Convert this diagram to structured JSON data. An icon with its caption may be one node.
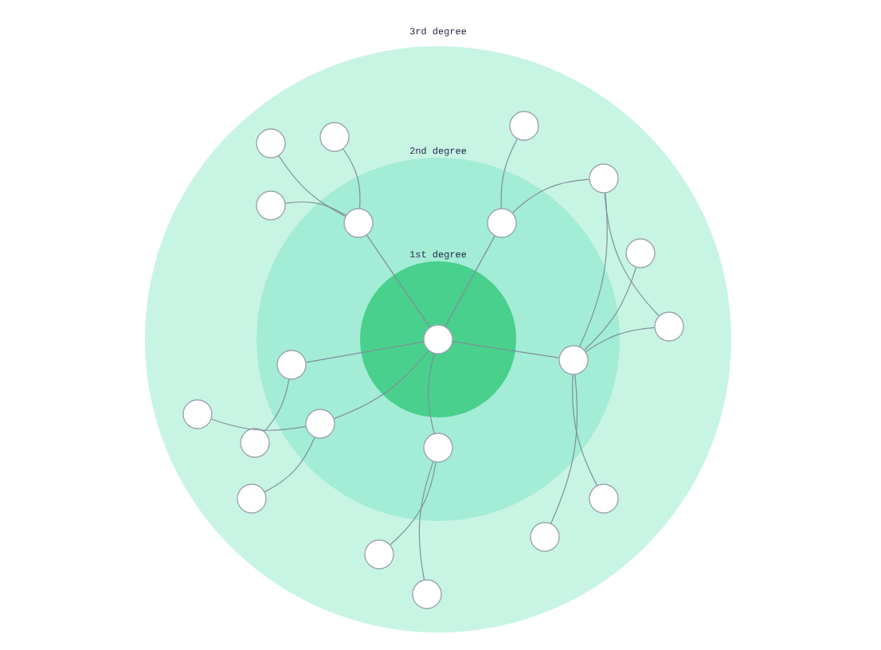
{
  "diagram": {
    "nodes": [
      {
        "text": [
          "3rd degree"
        ]
      },
      {
        "text": [
          "2nd degree"
        ],
        "in": 0
      },
      {
        "text": [
          "1st degree"
        ],
        "in": 1
      },
      {
        "text": [],
        "shape": "circle",
        "in": 2
      },
      {
        "text": [],
        "shape": "circle",
        "in": 1
      },
      {
        "text": [],
        "shape": "circle",
        "in": 1
      },
      {
        "text": [],
        "shape": "circle",
        "in": 1
      },
      {
        "text": [],
        "shape": "circle",
        "in": 1
      },
      {
        "text": [],
        "shape": "circle",
        "in": 1
      },
      {
        "text": [],
        "shape": "circle",
        "in": 1
      },
      {
        "text": [],
        "shape": "circle",
        "in": 0
      },
      {
        "text": [],
        "shape": "circle",
        "in": 0
      },
      {
        "text": [],
        "shape": "circle",
        "in": 0
      },
      {
        "text": [],
        "shape": "circle",
        "in": 0
      },
      {
        "text": [],
        "shape": "circle",
        "in": 0
      },
      {
        "text": [],
        "shape": "circle",
        "in": 0
      },
      {
        "text": [],
        "shape": "circle",
        "in": 0
      },
      {
        "text": [],
        "shape": "circle",
        "in": 0
      },
      {
        "text": [],
        "shape": "circle",
        "in": 0
      },
      {
        "text": [],
        "shape": "circle",
        "in": 0
      },
      {
        "text": [],
        "shape": "circle",
        "in": 0
      },
      {
        "text": [],
        "shape": "circle",
        "in": 0
      },
      {
        "text": [],
        "shape": "circle",
        "in": 0
      },
      {
        "text": [],
        "shape": "circle",
        "in": 0
      }
    ],
    "edges": [
      {
        "from": 3,
        "to": 4,
        "arrow": "none"
      },
      {
        "from": 3,
        "to": 5,
        "arrow": "none"
      },
      {
        "from": 3,
        "to": 6,
        "arrow": "none"
      },
      {
        "from": 3,
        "to": 7,
        "arrow": "none"
      },
      {
        "from": 3,
        "to": 8,
        "arrow": "none"
      },
      {
        "from": 3,
        "to": 9,
        "arrow": "none"
      },
      {
        "from": 4,
        "to": 10,
        "arrow": "none"
      },
      {
        "from": 4,
        "to": 11,
        "arrow": "none"
      },
      {
        "from": 4,
        "to": 12,
        "arrow": "none"
      },
      {
        "from": 5,
        "to": 13,
        "arrow": "none"
      },
      {
        "from": 5,
        "to": 14,
        "arrow": "none"
      },
      {
        "from": 6,
        "to": 14,
        "arrow": "none"
      },
      {
        "from": 6,
        "to": 15,
        "arrow": "none"
      },
      {
        "from": 6,
        "to": 16,
        "arrow": "none"
      },
      {
        "from": 14,
        "to": 16,
        "arrow": "none"
      },
      {
        "from": 6,
        "to": 22,
        "arrow": "none"
      },
      {
        "from": 6,
        "to": 23,
        "arrow": "none"
      },
      {
        "from": 7,
        "to": 18,
        "arrow": "none"
      },
      {
        "from": 8,
        "to": 17,
        "arrow": "none"
      },
      {
        "from": 8,
        "to": 19,
        "arrow": "none"
      },
      {
        "from": 9,
        "to": 20,
        "arrow": "none"
      },
      {
        "from": 9,
        "to": 21,
        "arrow": "none"
      }
    ]
  }
}
